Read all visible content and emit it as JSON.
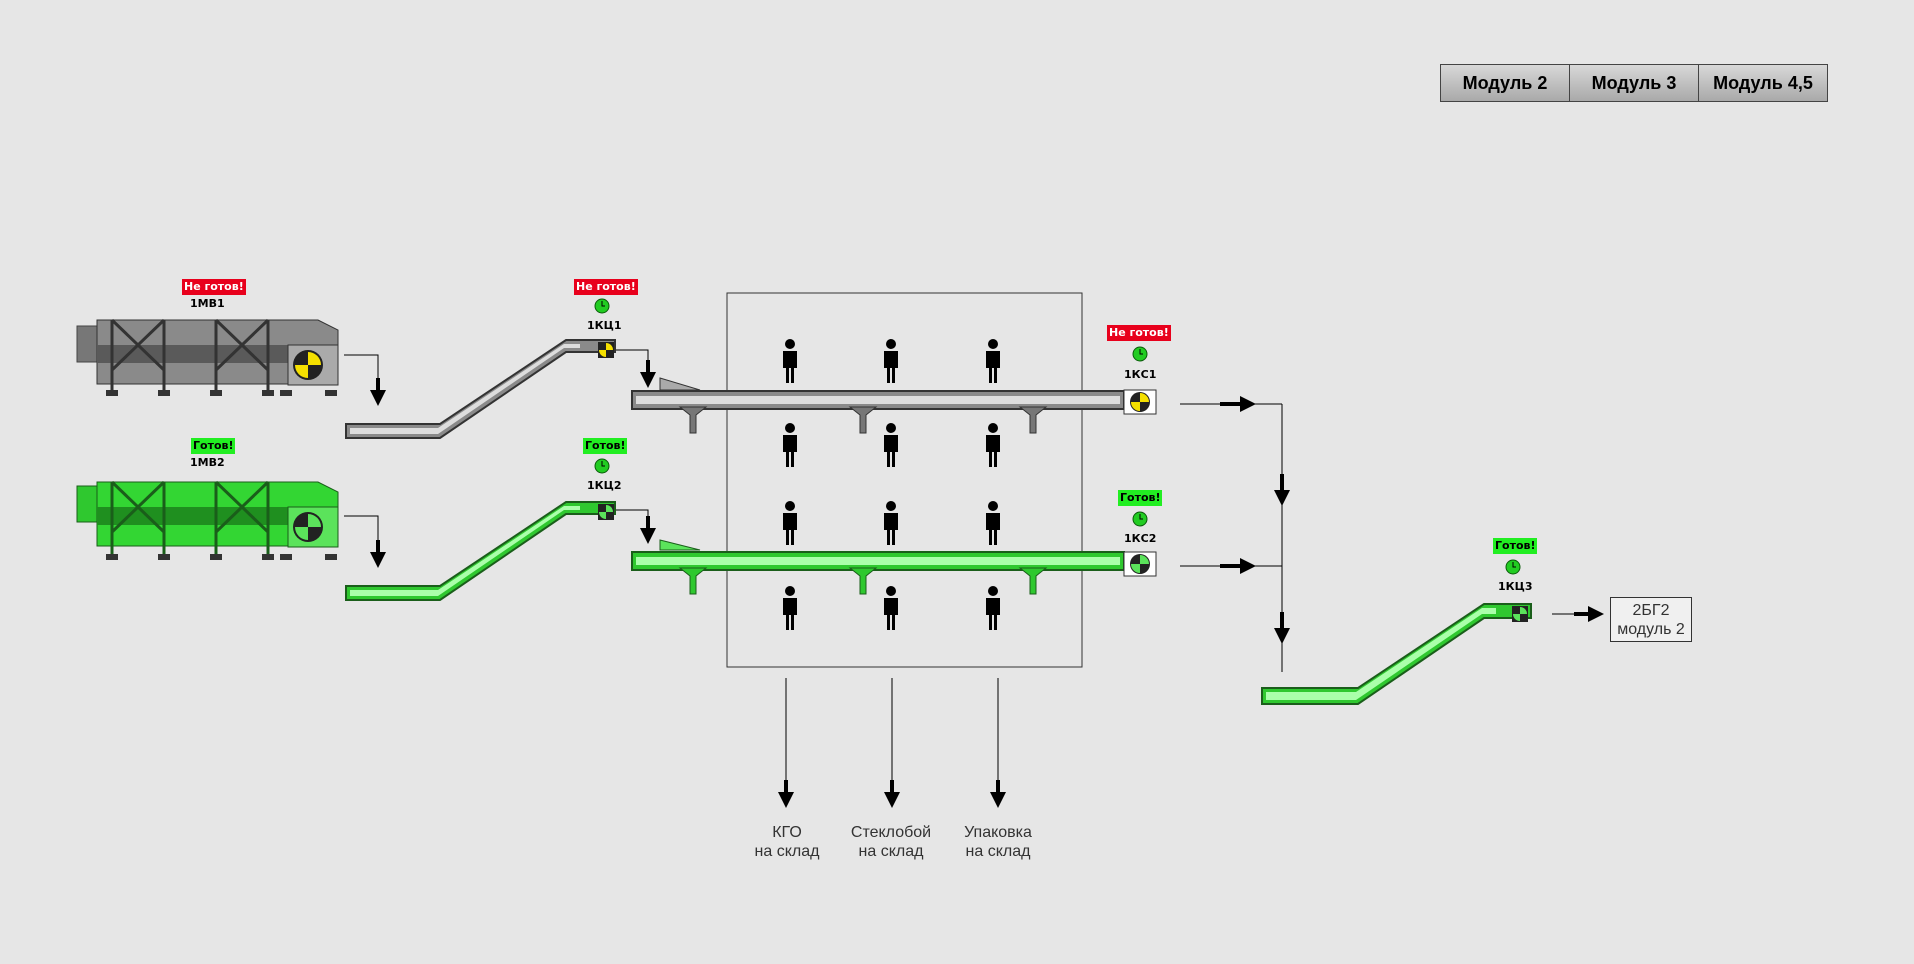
{
  "nav": {
    "module2": "Модуль 2",
    "module3": "Модуль 3",
    "module45": "Модуль 4,5"
  },
  "status": {
    "not_ready": "Не готов!",
    "ready": "Готов!"
  },
  "equipment": {
    "mv1": {
      "tag": "1МВ1",
      "status": "Не готов!"
    },
    "mv2": {
      "tag": "1МВ2",
      "status": "Готов!"
    },
    "kc1": {
      "tag": "1КЦ1",
      "status": "Не готов!"
    },
    "kc2": {
      "tag": "1КЦ2",
      "status": "Готов!"
    },
    "ks1": {
      "tag": "1КС1",
      "status": "Не готов!"
    },
    "ks2": {
      "tag": "1КС2",
      "status": "Готов!"
    },
    "kc3": {
      "tag": "1КЦ3",
      "status": "Готов!"
    }
  },
  "destinations": {
    "kgo": {
      "line1": "КГО",
      "line2": "на склад"
    },
    "glass": {
      "line1": "Стеклобой",
      "line2": "на склад"
    },
    "pack": {
      "line1": "Упаковка",
      "line2": "на склад"
    }
  },
  "output": {
    "line1": "2БГ2",
    "line2": "модуль 2"
  },
  "colors": {
    "ready": "#22ee22",
    "not_ready": "#e8001c",
    "gray_equipment": "#8a8a8a",
    "green_equipment": "#2fc82f",
    "background": "#e6e6e6"
  }
}
